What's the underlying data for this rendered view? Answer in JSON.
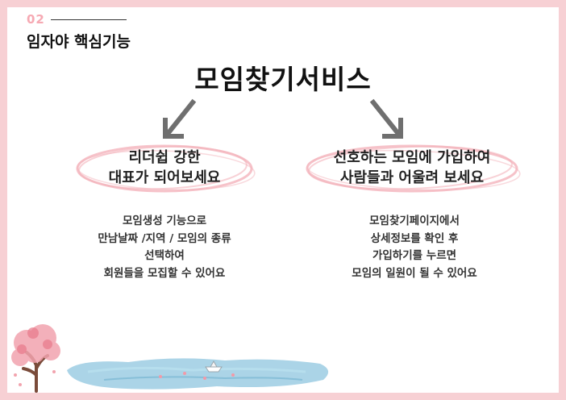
{
  "header": {
    "number": "02",
    "title": "임자야 핵심기능"
  },
  "main": {
    "title": "모임찾기서비스"
  },
  "left": {
    "heading_line1": "리더쉽 강한",
    "heading_line2": "대표가 되어보세요",
    "body": [
      "모임생성 기능으로",
      "만남날짜 /지역 / 모임의 종류",
      "선택하여",
      "회원들을 모집할 수 있어요"
    ]
  },
  "right": {
    "heading_line1": "선호하는 모임에 가입하여",
    "heading_line2": "사람들과 어울려 보세요",
    "body": [
      "모임찾기페이지에서",
      "상세정보를 확인 후",
      "가입하기를 누르면",
      "모임의 일원이 될 수 있어요"
    ]
  },
  "colors": {
    "frame": "#f7d0d4",
    "accent_pink": "#f6a9b3",
    "arrow_gray": "#6f6f6f",
    "water_blue": "#8fc6df"
  },
  "icons": {
    "left_arrow": "arrow-down-left-icon",
    "right_arrow": "arrow-down-right-icon",
    "tree": "cherry-blossom-tree-icon",
    "pond": "watercolor-pond-icon",
    "boat": "paper-boat-icon"
  }
}
